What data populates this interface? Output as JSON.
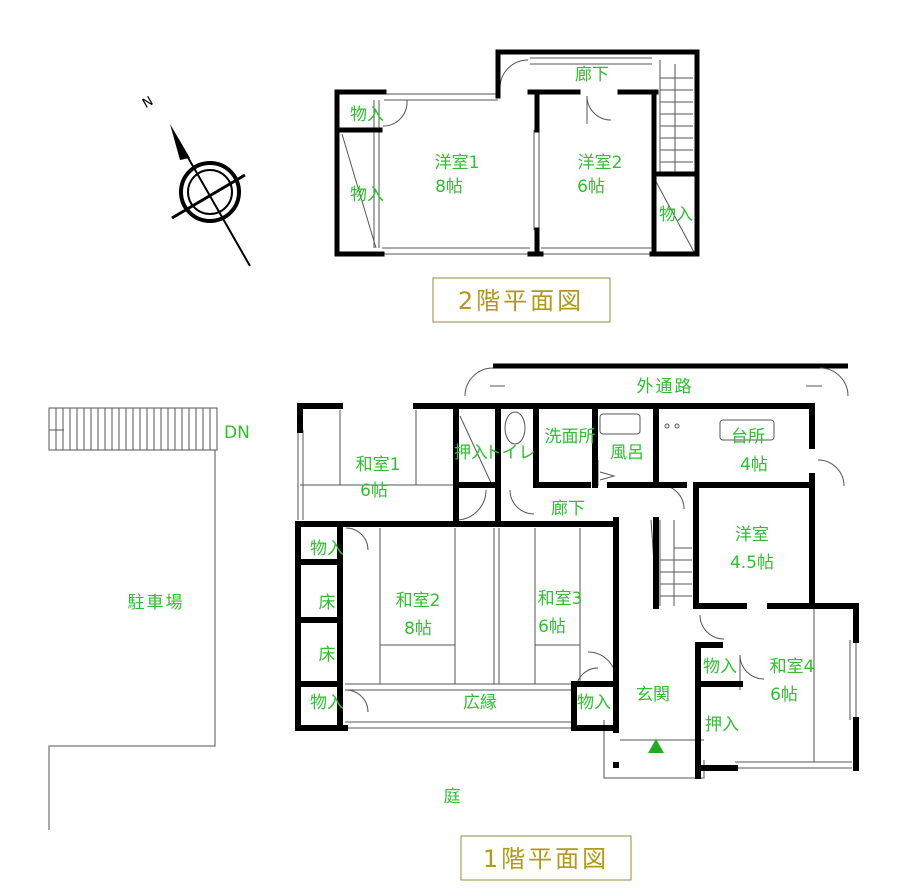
{
  "colors": {
    "wall": "#000000",
    "label": "#2ec02e",
    "title": "#b09a18",
    "title_border": "#9a8a3a",
    "thin": "#555555",
    "entry_marker": "#22aa22"
  },
  "compass": {
    "north_label": "N"
  },
  "floor2": {
    "title": "2階平面図",
    "rooms": {
      "corridor": "廊下",
      "western1_name": "洋室1",
      "western1_size": "8帖",
      "western2_name": "洋室2",
      "western2_size": "6帖",
      "closet_a": "物入",
      "closet_b": "物入",
      "closet_c": "物入"
    }
  },
  "floor1": {
    "title": "1階平面図",
    "rooms": {
      "outer_path": "外通路",
      "japanese1_name": "和室1",
      "japanese1_size": "6帖",
      "oshiire": "押入",
      "toilet": "トイレ",
      "washroom": "洗面所",
      "bath": "風呂",
      "kitchen_name": "台所",
      "kitchen_size": "4帖",
      "corridor": "廊下",
      "western_name": "洋室",
      "western_size": "4.5帖",
      "closet_a": "物入",
      "tokonoma_a": "床",
      "tokonoma_b": "床",
      "japanese2_name": "和室2",
      "japanese2_size": "8帖",
      "japanese3_name": "和室3",
      "japanese3_size": "6帖",
      "closet_b": "物入",
      "hiroen": "広縁",
      "closet_c": "物入",
      "entrance": "玄関",
      "closet_d": "物入",
      "oshiire_b": "押入",
      "japanese4_name": "和室4",
      "japanese4_size": "6帖"
    }
  },
  "site": {
    "stairs_dn": "DN",
    "parking": "駐車場",
    "garden": "庭"
  }
}
